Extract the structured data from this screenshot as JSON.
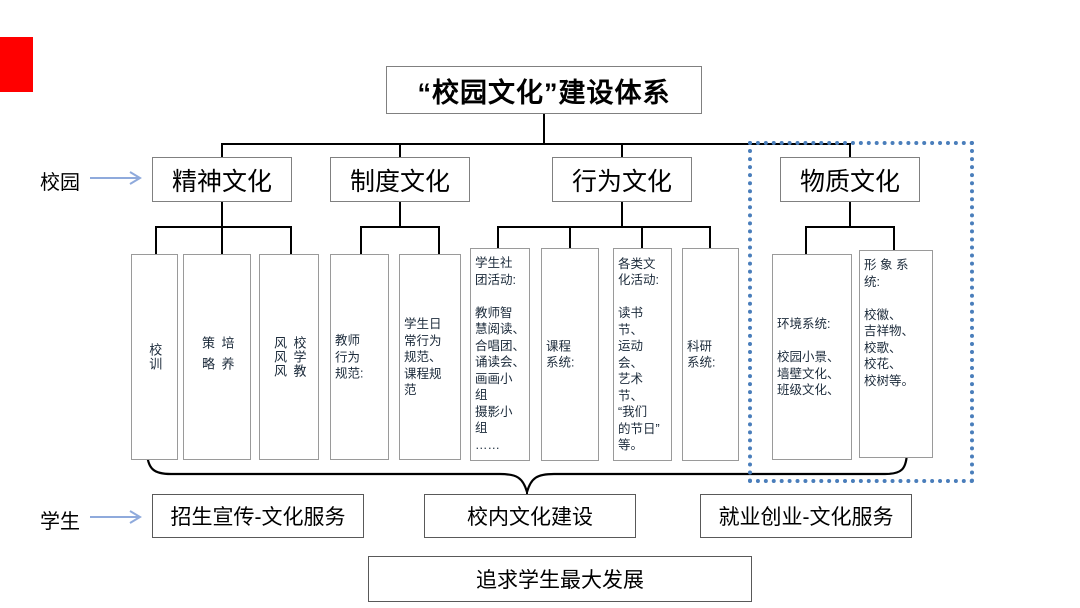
{
  "diagram": {
    "title": "“校园文化”建设体系",
    "side_labels": [
      {
        "name": "campus",
        "text": "校园"
      },
      {
        "name": "student",
        "text": "学生"
      }
    ],
    "categories": [
      {
        "name": "spirit-culture",
        "label": "精神文化"
      },
      {
        "name": "system-culture",
        "label": "制度文化"
      },
      {
        "name": "behavior-culture",
        "label": "行为文化"
      },
      {
        "name": "material-culture",
        "label": "物质文化"
      }
    ],
    "details": [
      {
        "name": "school-motto",
        "text": "校训",
        "orientation": "vertical"
      },
      {
        "name": "cultivation-strategy",
        "text": "培养\n策略",
        "orientation": "vertical"
      },
      {
        "name": "school-study-teaching-spirit",
        "text": "校学教\n风风风",
        "orientation": "vertical"
      },
      {
        "name": "teacher-code-of-conduct",
        "text": "教师\n行为\n规范:",
        "orientation": "horizontal"
      },
      {
        "name": "student-daily-conduct",
        "text": "学生日\n常行为\n规范、\n课程规\n范",
        "orientation": "horizontal"
      },
      {
        "name": "student-club-activities",
        "text": "学生社\n团活动:\n\n教师智\n慧阅读、\n合唱团、\n诵读会、\n画画小\n组\n摄影小\n组\n……",
        "orientation": "horizontal"
      },
      {
        "name": "curriculum-system",
        "text": "课程\n系统:",
        "orientation": "horizontal"
      },
      {
        "name": "cultural-activities",
        "text": "各类文\n化活动:\n\n读书节、\n运动会、\n艺术节、\n“我们\n的节日”\n等。",
        "orientation": "horizontal"
      },
      {
        "name": "research-system",
        "text": "科研\n系统:",
        "orientation": "horizontal"
      },
      {
        "name": "environment-system",
        "text": "环境系统:\n\n校园小景、\n墙壁文化、\n班级文化、",
        "orientation": "horizontal"
      },
      {
        "name": "image-system",
        "text": "形 象 系\n统:\n\n校徽、\n吉祥物、\n校歌、\n校花、\n校树等。",
        "orientation": "horizontal"
      }
    ],
    "services": [
      {
        "name": "enrollment-promotion-service",
        "label": "招生宣传-文化服务"
      },
      {
        "name": "campus-culture-construction",
        "label": "校内文化建设"
      },
      {
        "name": "employment-entrepreneurship-service",
        "label": "就业创业-文化服务"
      }
    ],
    "goal": {
      "name": "pursue-max-student-development",
      "label": "追求学生最大发展"
    },
    "highlight": {
      "name": "material-culture-selection",
      "color": "#4a7ebb",
      "style": "dotted"
    },
    "marker": {
      "name": "red-marker",
      "color": "#ff0000"
    },
    "arrow_color": "#8faadc"
  }
}
